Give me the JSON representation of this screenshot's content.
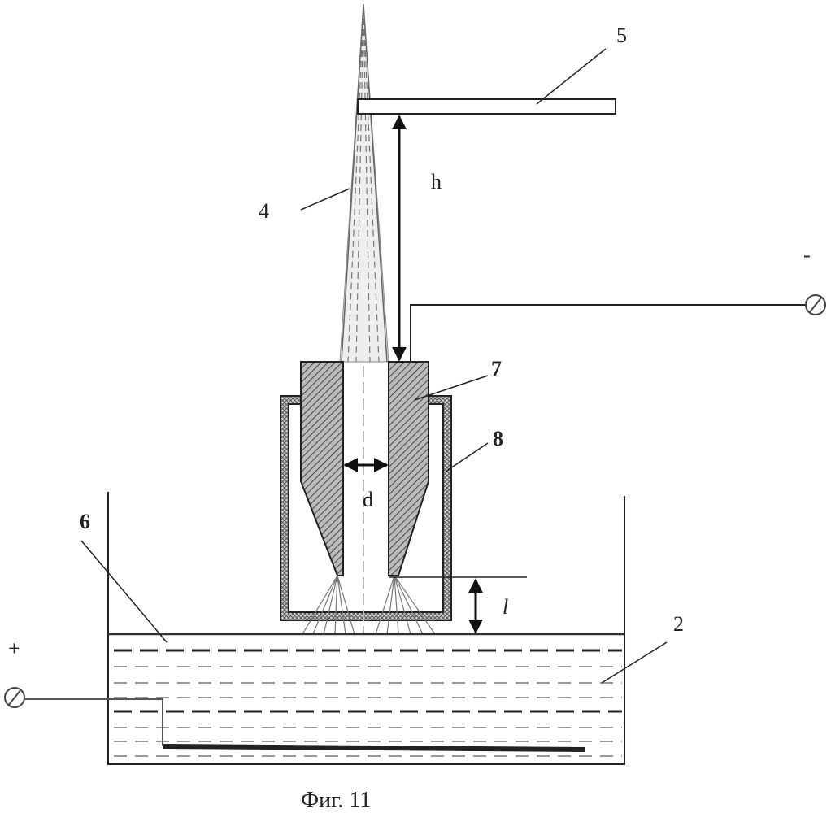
{
  "figure": {
    "caption": "Фиг. 11",
    "labels": {
      "plate": "5",
      "height": "h",
      "spray": "4",
      "minus": "-",
      "nozzle": "7",
      "housing": "8",
      "diameter": "d",
      "liquid": "6",
      "gap": "l",
      "bath": "2",
      "plus": "+"
    }
  }
}
